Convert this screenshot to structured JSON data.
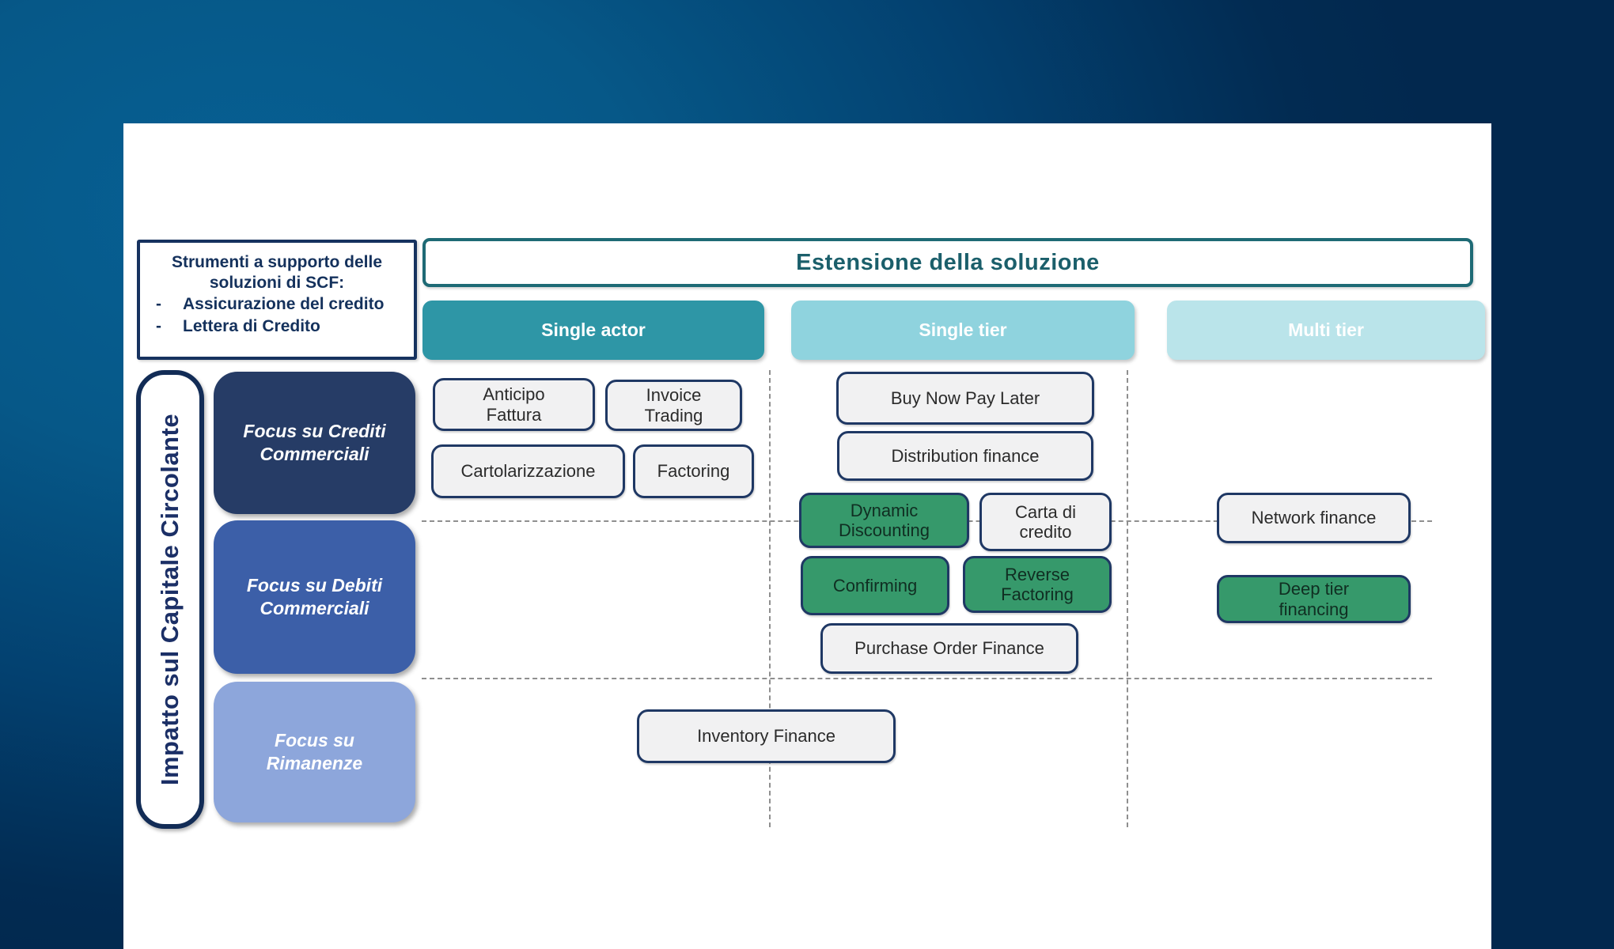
{
  "support_note": {
    "title": "Strumenti a supporto delle\nsoluzioni di SCF:",
    "items": [
      {
        "bullet": "-",
        "label": "Assicurazione del credito"
      },
      {
        "bullet": "-",
        "label": "Lettera di Credito"
      }
    ]
  },
  "matrix": {
    "column_axis_title": "Estensione della soluzione",
    "row_axis_title": "Impatto sul Capitale Circolante",
    "columns": [
      {
        "label": "Single actor",
        "color": "#2e96a6"
      },
      {
        "label": "Single tier",
        "color": "#8fd3de"
      },
      {
        "label": "Multi tier",
        "color": "#bae4ea"
      }
    ],
    "rows": [
      {
        "label": "Focus su Crediti\nCommerciali",
        "color": "#263c66"
      },
      {
        "label": "Focus su Debiti\nCommerciali",
        "color": "#3c5fa8"
      },
      {
        "label": "Focus su\nRimanenze",
        "color": "#8da6db"
      }
    ],
    "highlight_color": "#36996b",
    "solutions": [
      {
        "label": "Anticipo\nFattura",
        "row": "Focus su Crediti Commerciali",
        "column": "Single actor",
        "highlighted": false
      },
      {
        "label": "Invoice\nTrading",
        "row": "Focus su Crediti Commerciali",
        "column": "Single actor",
        "highlighted": false
      },
      {
        "label": "Cartolarizzazione",
        "row": "Focus su Crediti Commerciali",
        "column": "Single actor",
        "highlighted": false
      },
      {
        "label": "Factoring",
        "row": "Focus su Crediti Commerciali",
        "column": "Single actor",
        "highlighted": false
      },
      {
        "label": "Buy Now Pay Later",
        "row": "Focus su Crediti Commerciali",
        "column": "Single tier",
        "highlighted": false
      },
      {
        "label": "Distribution finance",
        "row": "Focus su Crediti Commerciali",
        "column": "Single tier",
        "highlighted": false
      },
      {
        "label": "Dynamic\nDiscounting",
        "row": "Focus su Debiti Commerciali",
        "column": "Single tier",
        "highlighted": true
      },
      {
        "label": "Carta di\ncredito",
        "row": "Focus su Debiti Commerciali",
        "column": "Single tier",
        "highlighted": false
      },
      {
        "label": "Confirming",
        "row": "Focus su Debiti Commerciali",
        "column": "Single tier",
        "highlighted": true
      },
      {
        "label": "Reverse\nFactoring",
        "row": "Focus su Debiti Commerciali",
        "column": "Single tier",
        "highlighted": true
      },
      {
        "label": "Purchase Order Finance",
        "row": "Focus su Debiti Commerciali",
        "column": "Single tier",
        "highlighted": false
      },
      {
        "label": "Network finance",
        "row": "Focus su Debiti Commerciali",
        "column": "Multi tier",
        "highlighted": false
      },
      {
        "label": "Deep tier\nfinancing",
        "row": "Focus su Debiti Commerciali",
        "column": "Multi tier",
        "highlighted": true
      },
      {
        "label": "Inventory Finance",
        "row": "Focus su Rimanenze",
        "column": "Single actor / Single tier",
        "highlighted": false
      }
    ]
  }
}
